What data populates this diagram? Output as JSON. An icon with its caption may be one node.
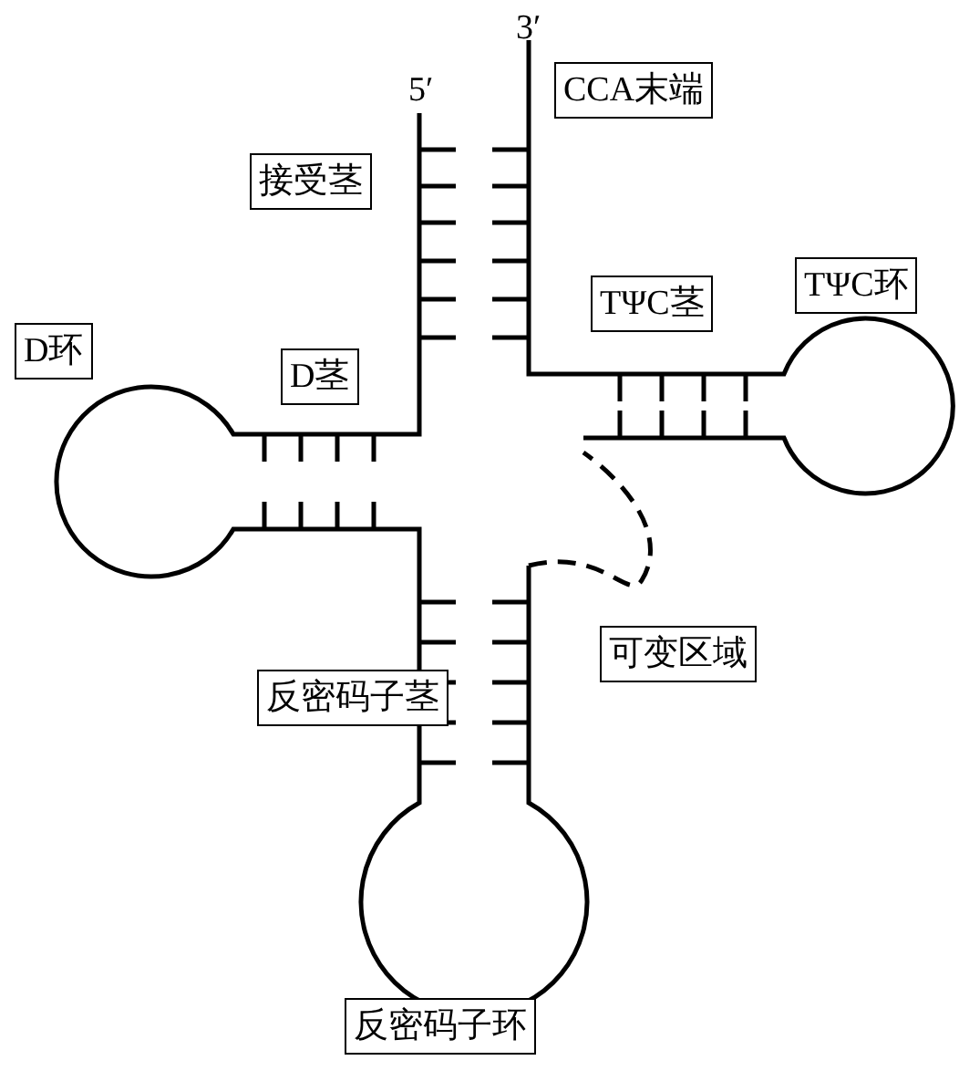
{
  "diagram": {
    "nodes": [
      {
        "text": [
          "CCA末端"
        ]
      },
      {
        "text": [
          "接受茎"
        ]
      },
      {
        "text": [
          "TΨC茎"
        ]
      },
      {
        "text": [
          "TΨC环"
        ]
      },
      {
        "text": [
          "D环"
        ]
      },
      {
        "text": [
          "D茎"
        ]
      },
      {
        "text": [
          "可变区域"
        ]
      },
      {
        "text": [
          "反密码子茎"
        ]
      },
      {
        "text": [
          "反密码子环"
        ]
      }
    ],
    "labels": [
      "3′",
      "5′"
    ]
  }
}
